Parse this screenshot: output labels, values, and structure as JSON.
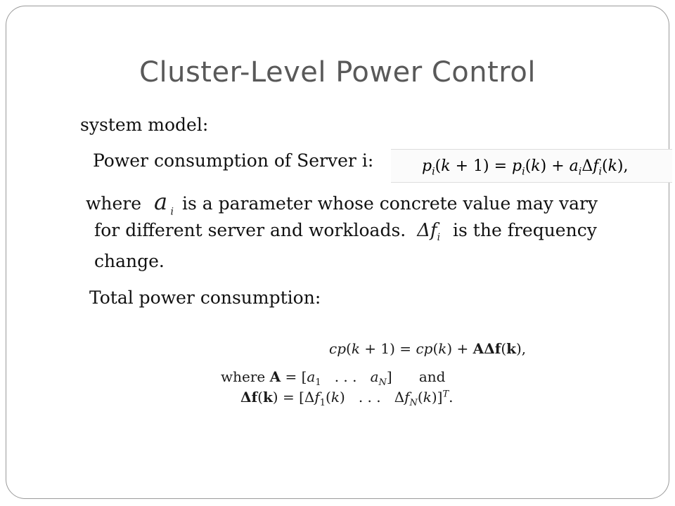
{
  "slide": {
    "title": "Cluster-Level Power Control",
    "system_model": "system model:",
    "power_server": "Power consumption of Server i:",
    "where_word": "where",
    "where_rest": " is  a parameter whose concrete value may vary",
    "line3": "for different server and workloads.",
    "line3_end": "is the frequency",
    "line4": "change.",
    "total": "Total power consumption:",
    "eq_where": "where",
    "eq_and": "and"
  }
}
